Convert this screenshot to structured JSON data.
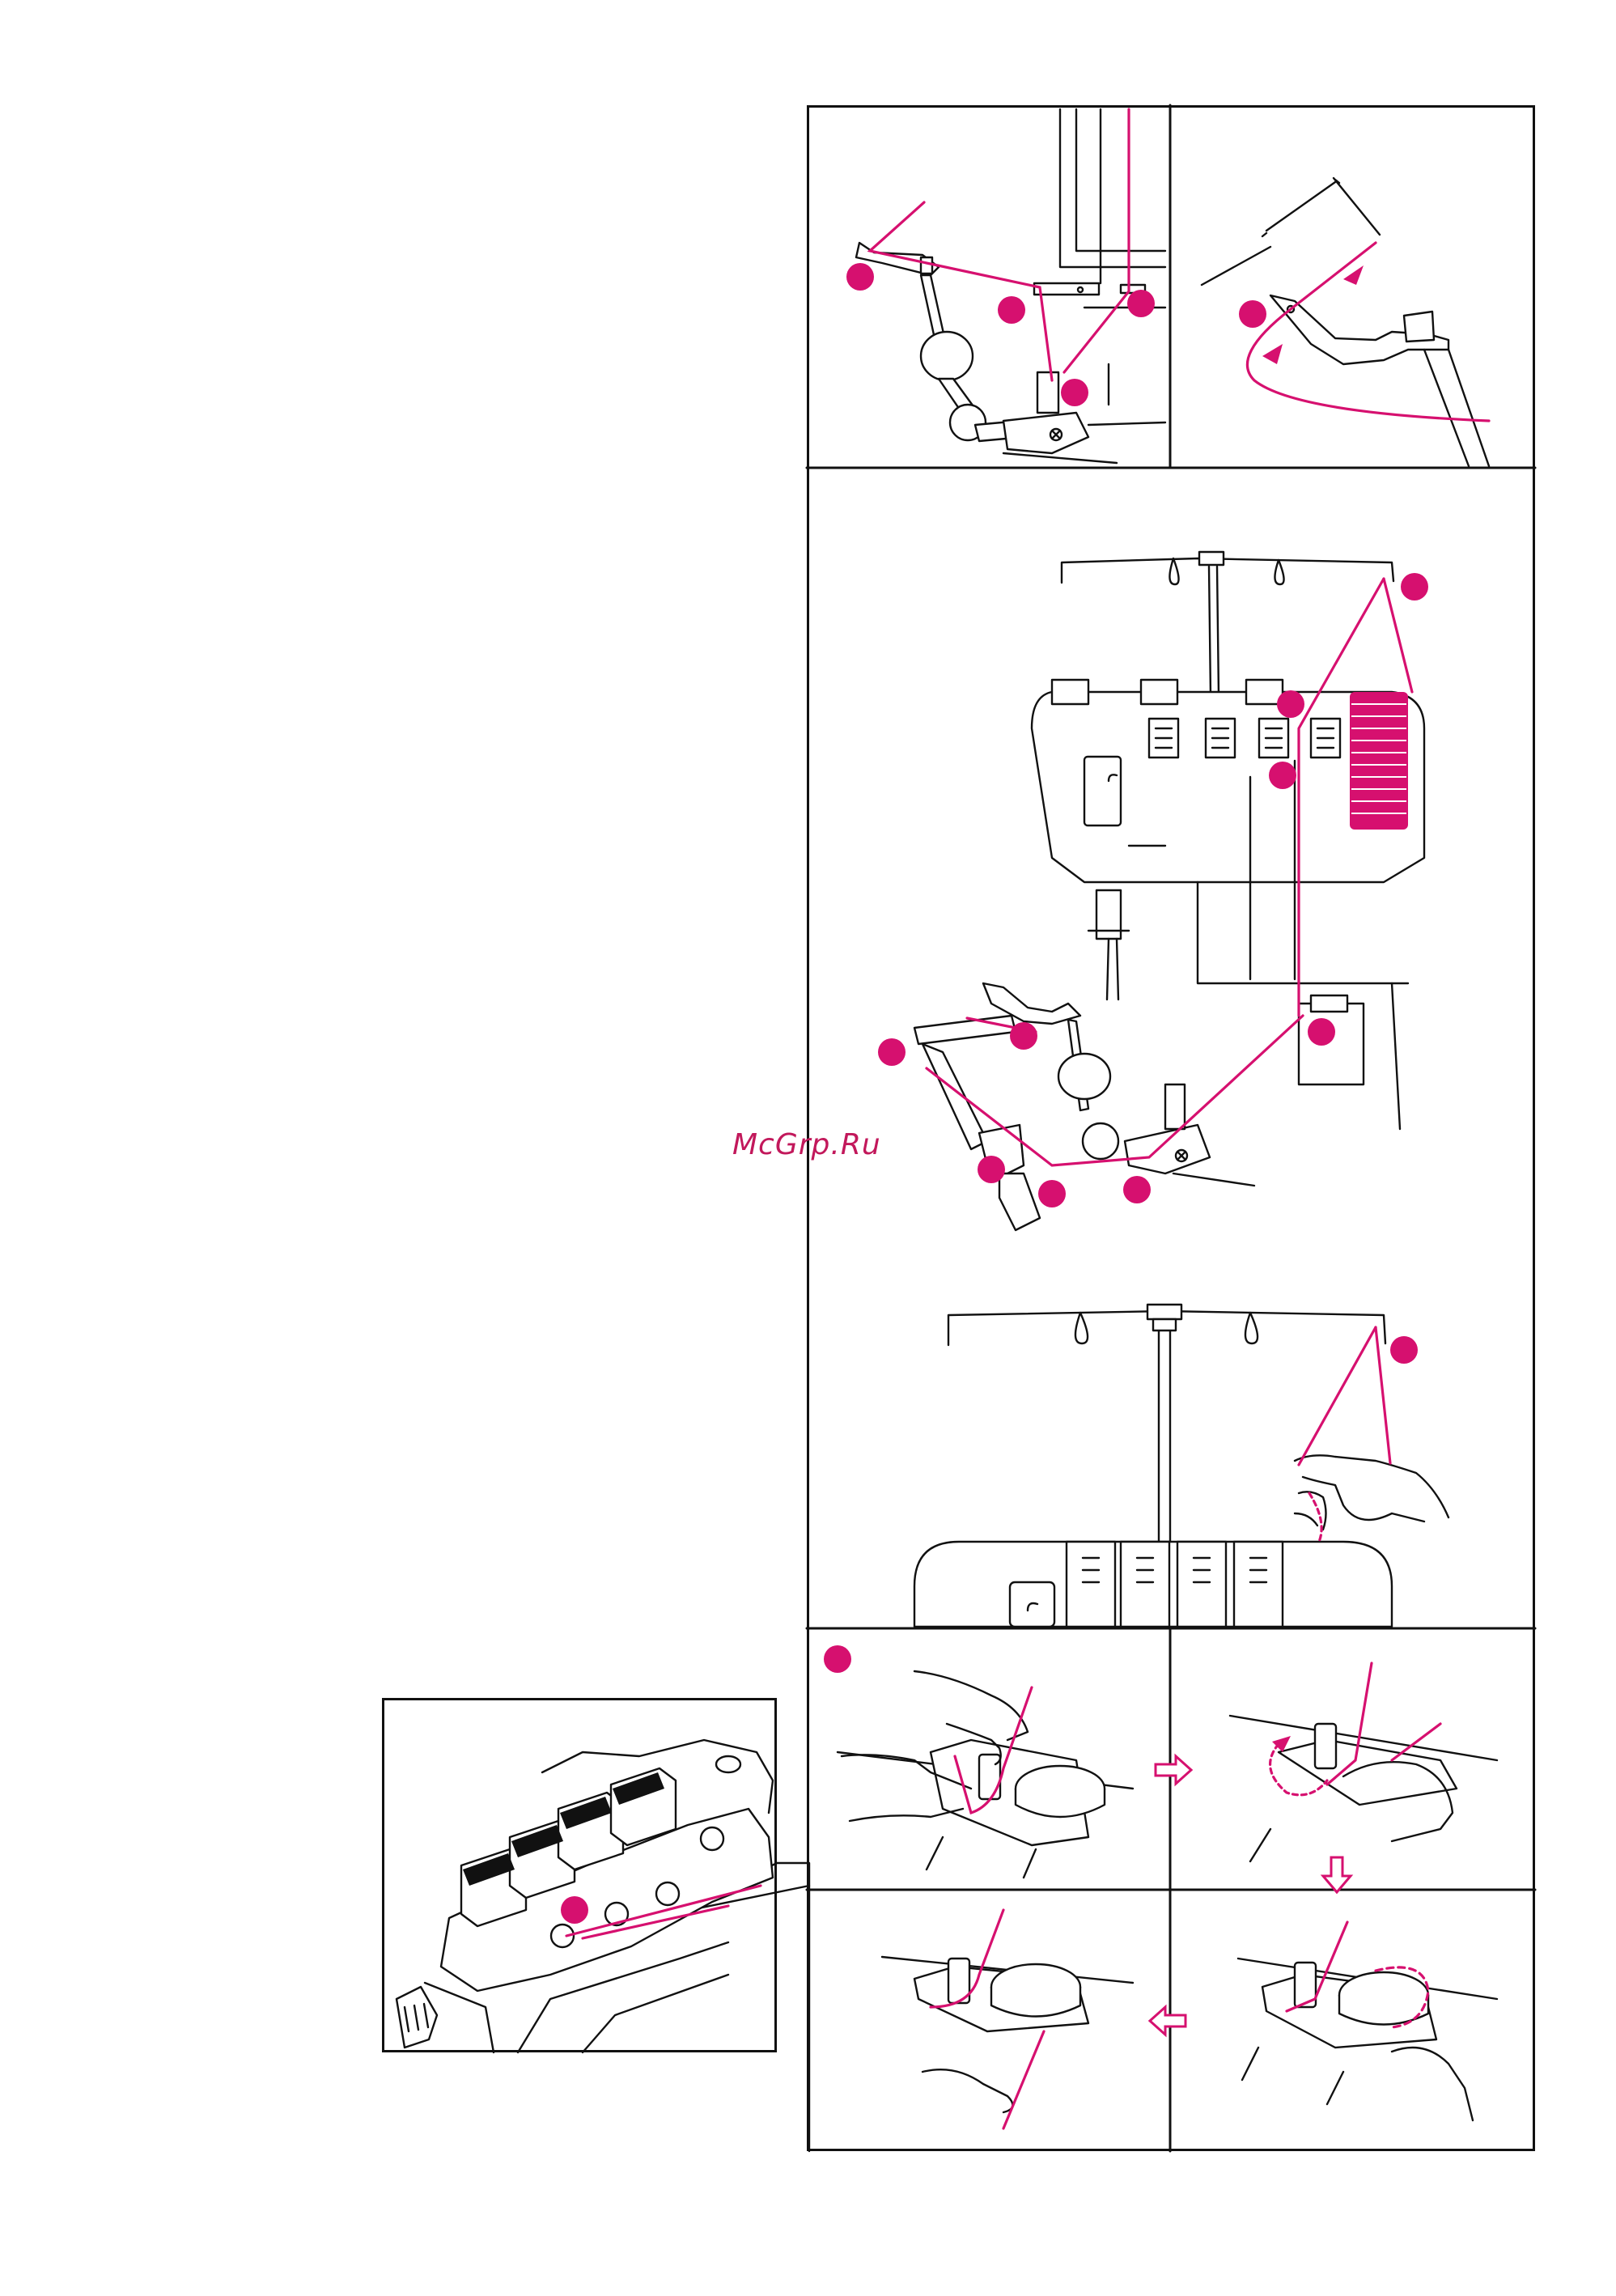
{
  "watermark": "McGrp.Ru",
  "colors": {
    "accent": "#d6106f",
    "line": "#111111",
    "background": "#ffffff"
  },
  "frame": {
    "panels": [
      "threading-top-left",
      "threading-top-right",
      "thread-path-main",
      "thread-stand",
      "tension-step-1",
      "tension-step-2",
      "tension-step-3",
      "tension-step-4",
      "tension-detail-inset"
    ]
  }
}
